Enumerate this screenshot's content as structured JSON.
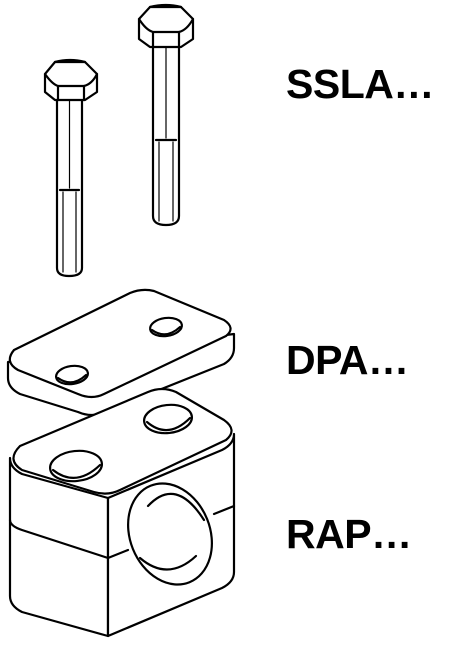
{
  "labels": {
    "bolts": "SSLA…",
    "plate": "DPA…",
    "body": "RAP…"
  },
  "colors": {
    "line": "#000000",
    "background": "#ffffff"
  }
}
